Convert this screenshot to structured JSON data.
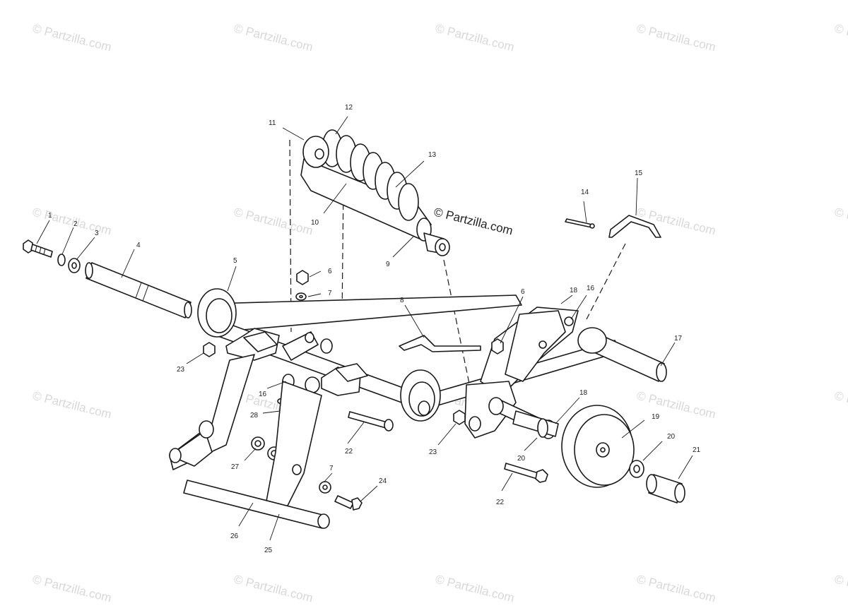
{
  "watermark": {
    "text": "© Partzilla.com",
    "center_text": "© Partzilla.com"
  },
  "callouts": [
    "1",
    "2",
    "3",
    "4",
    "5",
    "6",
    "7",
    "8",
    "9",
    "10",
    "11",
    "12",
    "13",
    "14",
    "15",
    "16",
    "17",
    "18",
    "19",
    "20",
    "21",
    "22",
    "23",
    "24",
    "25",
    "26",
    "27",
    "28"
  ],
  "callout_labels": {
    "c1": "1",
    "c2": "2",
    "c3": "3",
    "c4": "4",
    "c5": "5",
    "c6a": "6",
    "c6b": "6",
    "c7a": "7",
    "c7b": "7",
    "c8": "8",
    "c9": "9",
    "c10": "10",
    "c11": "11",
    "c12": "12",
    "c13": "13",
    "c14": "14",
    "c15": "15",
    "c16a": "16",
    "c16b": "16",
    "c17": "17",
    "c18a": "18",
    "c18b": "18",
    "c19": "19",
    "c20a": "20",
    "c20b": "20",
    "c21": "21",
    "c22a": "22",
    "c22b": "22",
    "c23a": "23",
    "c23b": "23",
    "c24": "24",
    "c25": "25",
    "c26": "26",
    "c27": "27",
    "c28": "28"
  },
  "colors": {
    "line": "#1a1a1a",
    "watermark": "#d8d8d8",
    "background": "#ffffff"
  }
}
